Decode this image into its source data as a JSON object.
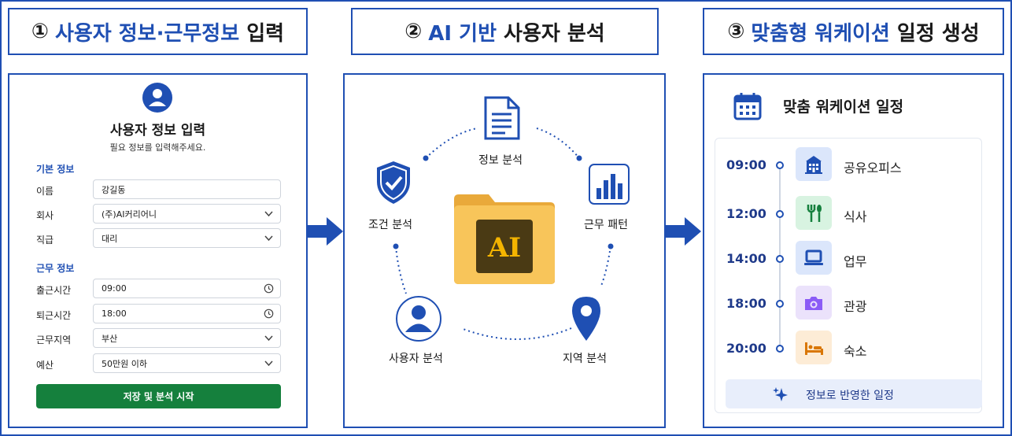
{
  "steps": [
    {
      "num": "①",
      "highlight": "사용자 정보·근무정보",
      "rest": " 입력"
    },
    {
      "num": "②",
      "highlight": "AI 기반",
      "rest": " 사용자 분석"
    },
    {
      "num": "③",
      "highlight": "맞춤형 워케이션",
      "rest": " 일정 생성"
    }
  ],
  "form": {
    "title": "사용자 정보 입력",
    "subtitle": "필요 정보를 입력해주세요.",
    "basic_section": "기본 정보",
    "work_section": "근무 정보",
    "fields": [
      {
        "label": "이름",
        "value": "강길동",
        "icon": "none"
      },
      {
        "label": "회사",
        "value": "(주)AI커리어니",
        "icon": "chevron-down-icon"
      },
      {
        "label": "직급",
        "value": "대리",
        "icon": "chevron-down-icon"
      },
      {
        "label": "출근시간",
        "value": "09:00",
        "icon": "clock-icon"
      },
      {
        "label": "퇴근시간",
        "value": "18:00",
        "icon": "clock-icon"
      },
      {
        "label": "근무지역",
        "value": "부산",
        "icon": "chevron-down-icon"
      },
      {
        "label": "예산",
        "value": "50만원 이하",
        "icon": "chevron-down-icon"
      }
    ],
    "submit_label": "저장 및 분석 시작"
  },
  "analysis": {
    "center_label": "AI",
    "nodes": [
      {
        "label": "정보 분석",
        "icon": "document-icon"
      },
      {
        "label": "근무 패턴",
        "icon": "bar-chart-icon"
      },
      {
        "label": "지역 분석",
        "icon": "location-pin-icon"
      },
      {
        "label": "사용자 분석",
        "icon": "user-icon"
      },
      {
        "label": "조건 분석",
        "icon": "shield-check-icon"
      }
    ]
  },
  "schedule": {
    "title": "맞춤 워케이션 일정",
    "items": [
      {
        "time": "09:00",
        "name": "공유오피스",
        "icon": "building-icon",
        "color": "#dbe6fb"
      },
      {
        "time": "12:00",
        "name": "식사",
        "icon": "utensils-icon",
        "color": "#d8f3e1"
      },
      {
        "time": "14:00",
        "name": "업무",
        "icon": "laptop-icon",
        "color": "#dbe6fb"
      },
      {
        "time": "18:00",
        "name": "관광",
        "icon": "camera-icon",
        "color": "#ebe2fb"
      },
      {
        "time": "20:00",
        "name": "숙소",
        "icon": "bed-icon",
        "color": "#fdecd6"
      }
    ],
    "reflect_label": "정보로 반영한 일정"
  },
  "colors": {
    "primary": "#1f4fb3",
    "button": "#15803d",
    "folder": "#f8c55a",
    "ai_box": "#4a3a14",
    "ai_text": "#f4b400"
  }
}
